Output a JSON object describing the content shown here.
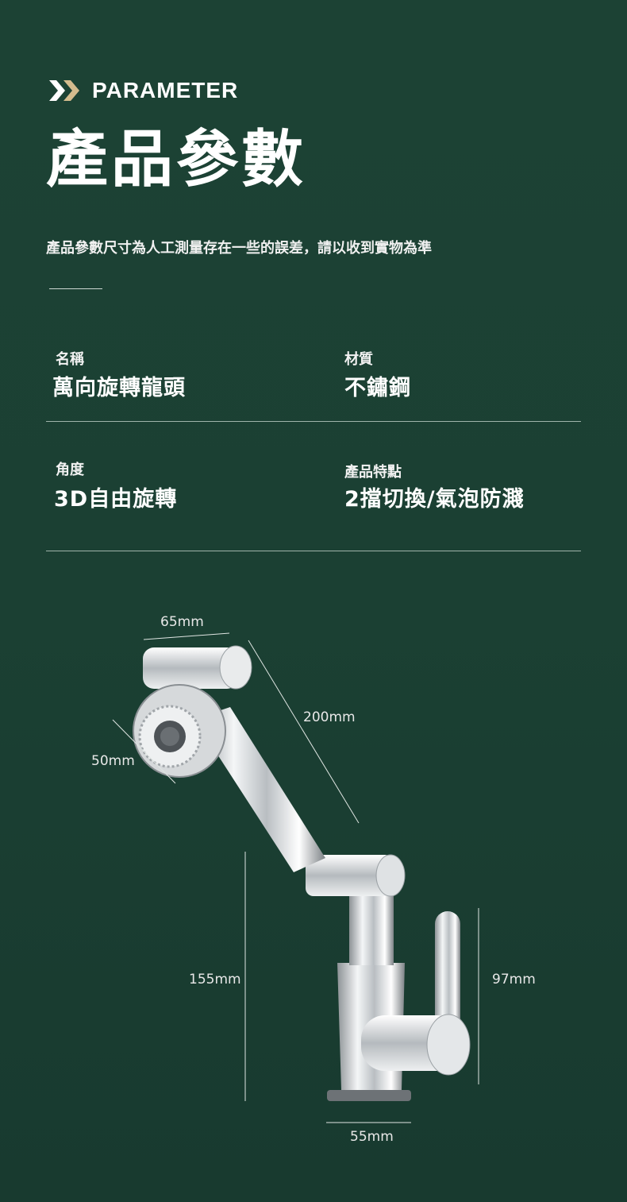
{
  "header": {
    "eyebrow": "PARAMETER",
    "title": "產品參數",
    "subtitle": "產品參數尺寸為人工測量存在一些的誤差，請以收到實物為準"
  },
  "colors": {
    "background": "#1b4033",
    "accent": "#d4bc8e",
    "text": "#ffffff"
  },
  "specs": [
    {
      "label": "名稱",
      "value": "萬向旋轉龍頭"
    },
    {
      "label": "材質",
      "value": "不鏽鋼"
    },
    {
      "label": "角度",
      "value": "3D自由旋轉"
    },
    {
      "label": "產品特點",
      "value": "2擋切換/氣泡防濺"
    }
  ],
  "dimensions": {
    "head_width": "65mm",
    "arm_length": "200mm",
    "head_diameter": "50mm",
    "total_height": "155mm",
    "handle_height": "97mm",
    "base_diameter": "55mm"
  }
}
